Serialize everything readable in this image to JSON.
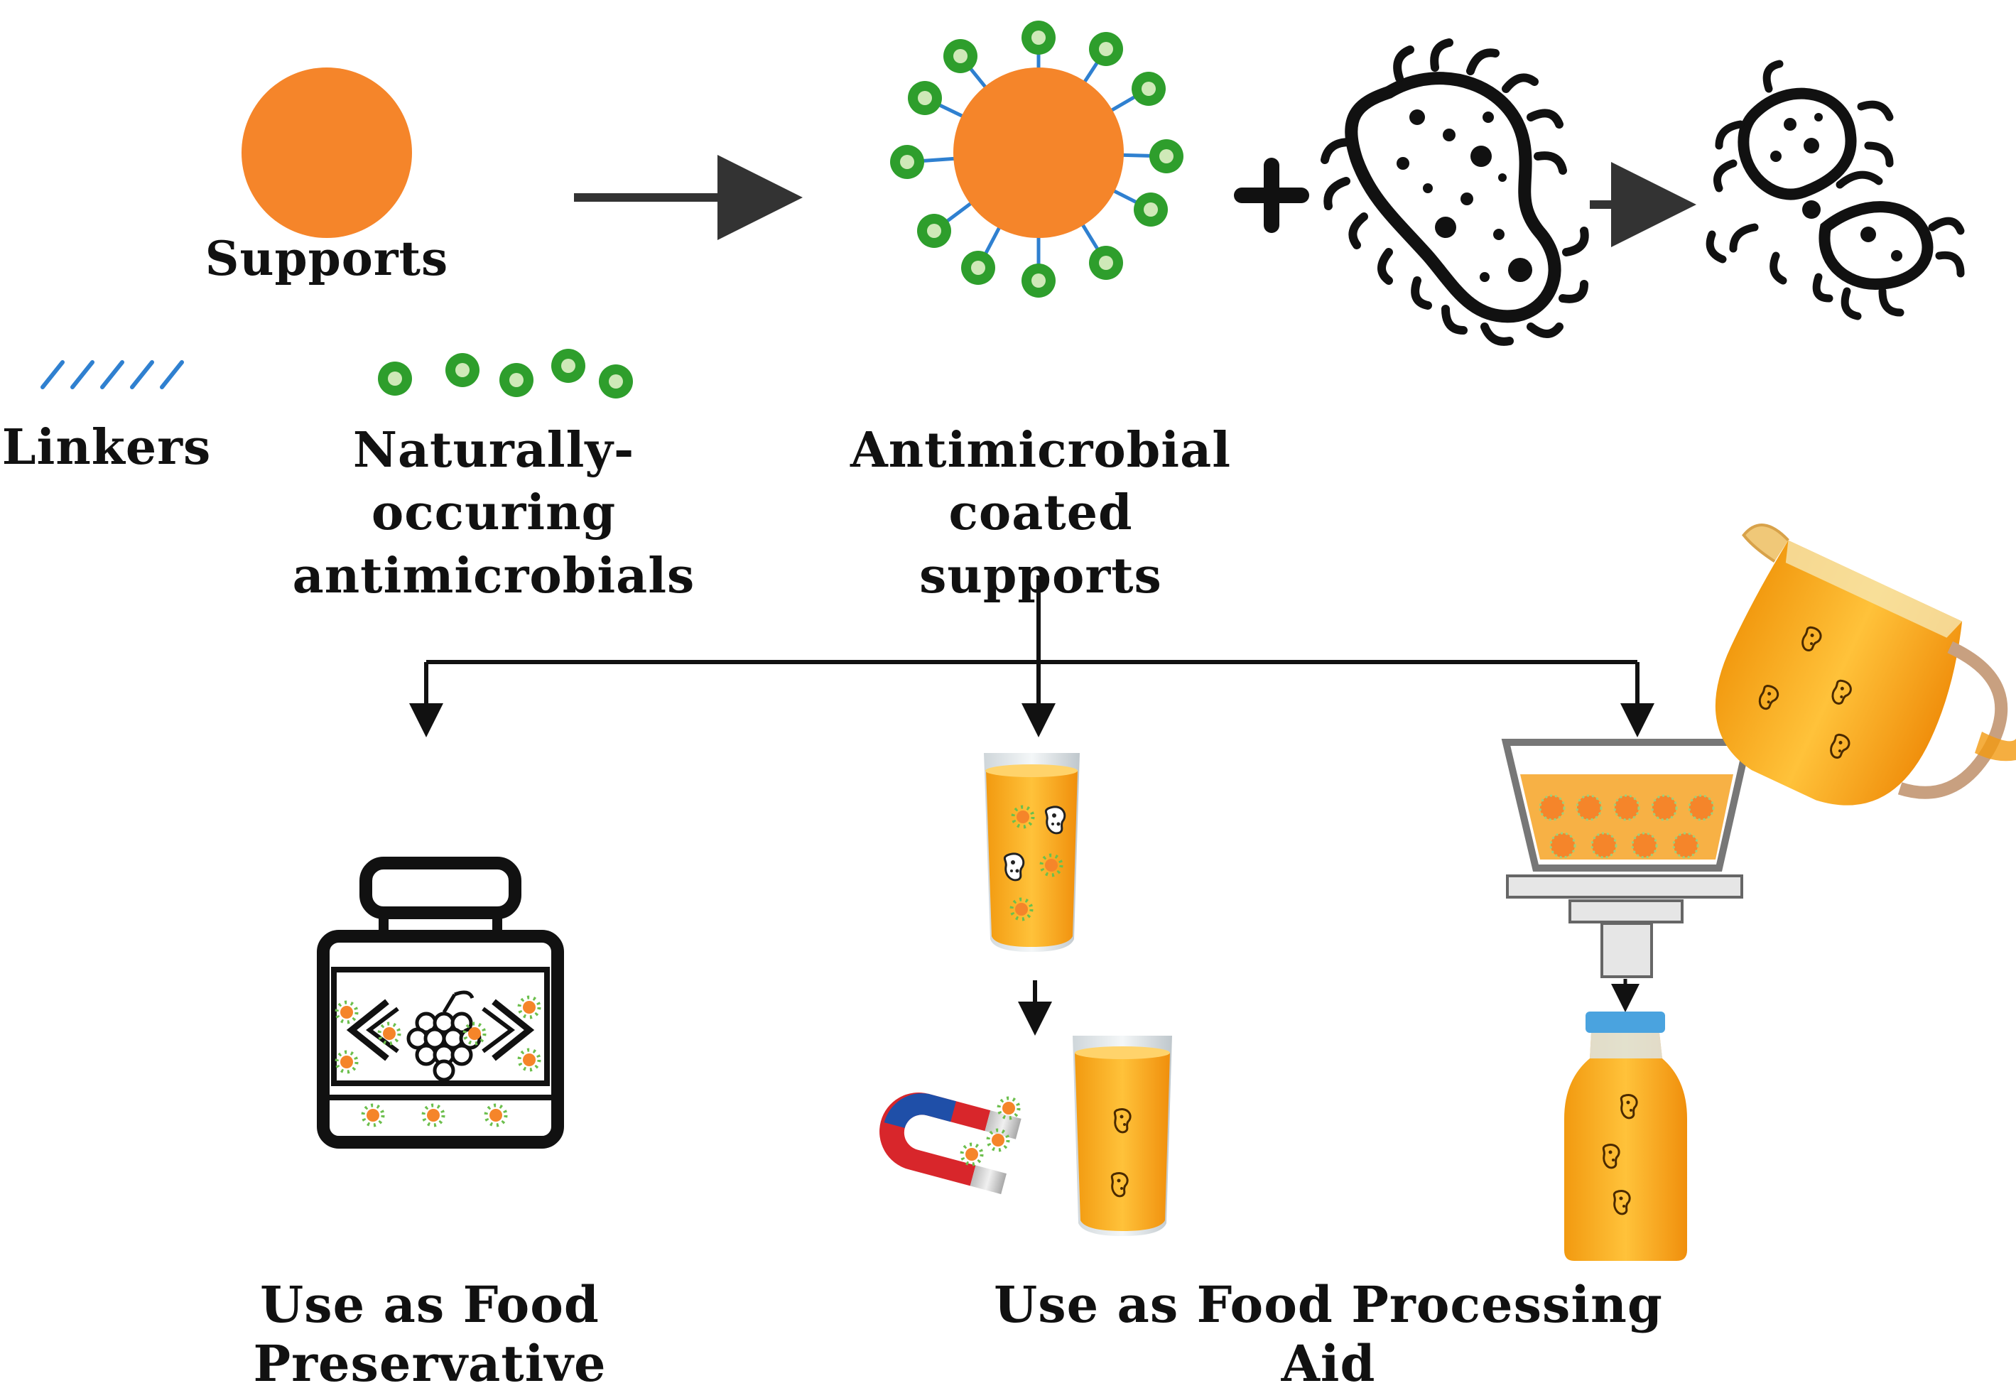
{
  "labels": {
    "supports": "Supports",
    "linkers": "Linkers",
    "naturally_line1": "Naturally-occuring",
    "naturally_line2": "antimicrobials",
    "coated_line1": "Antimicrobial coated",
    "coated_line2": "supports",
    "use_preservative": "Use as Food Preservative",
    "use_processing": "Use as Food Processing Aid"
  },
  "colors": {
    "support_orange": "#f5852a",
    "antimicrobial_green": "#2e9e2c",
    "antimicrobial_light": "#cfe9b8",
    "linker_blue": "#2f80d0",
    "juice_orange": "#f7a81b",
    "arrow_dark": "#333333",
    "magnet_red": "#d8262b",
    "magnet_blue": "#1f4fa8"
  },
  "icons": {
    "support": "orange-sphere-icon",
    "linkers": "linker-lines-icon",
    "antimicrobials": "green-dots-icon",
    "coated_support": "coated-sphere-icon",
    "bacterium": "bacterium-icon",
    "dead_bacterium": "broken-bacterium-icon",
    "jar": "jar-icon",
    "juice_glass": "juice-glass-icon",
    "magnet": "magnet-icon",
    "filter": "filter-column-icon",
    "bottle": "juice-bottle-icon",
    "pitcher": "pitcher-icon"
  }
}
